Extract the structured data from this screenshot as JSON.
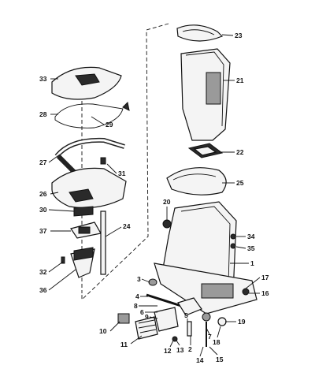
{
  "callouts": [
    {
      "text": "23"
    },
    {
      "text": "21"
    },
    {
      "text": "22"
    },
    {
      "text": "25"
    },
    {
      "text": "33"
    },
    {
      "text": "28"
    },
    {
      "text": "29"
    },
    {
      "text": "27"
    },
    {
      "text": "31"
    },
    {
      "text": "26"
    },
    {
      "text": "30"
    },
    {
      "text": "20"
    },
    {
      "text": "37"
    },
    {
      "text": "24"
    },
    {
      "text": "32"
    },
    {
      "text": "36"
    },
    {
      "text": "34"
    },
    {
      "text": "35"
    },
    {
      "text": "1"
    },
    {
      "text": "3"
    },
    {
      "text": "17"
    },
    {
      "text": "4"
    },
    {
      "text": "16"
    },
    {
      "text": "8"
    },
    {
      "text": "6"
    },
    {
      "text": "9"
    },
    {
      "text": "5"
    },
    {
      "text": "19"
    },
    {
      "text": "10"
    },
    {
      "text": "18"
    },
    {
      "text": "2"
    },
    {
      "text": "7"
    },
    {
      "text": "11"
    },
    {
      "text": "12"
    },
    {
      "text": "13"
    },
    {
      "text": "14"
    },
    {
      "text": "15"
    }
  ]
}
